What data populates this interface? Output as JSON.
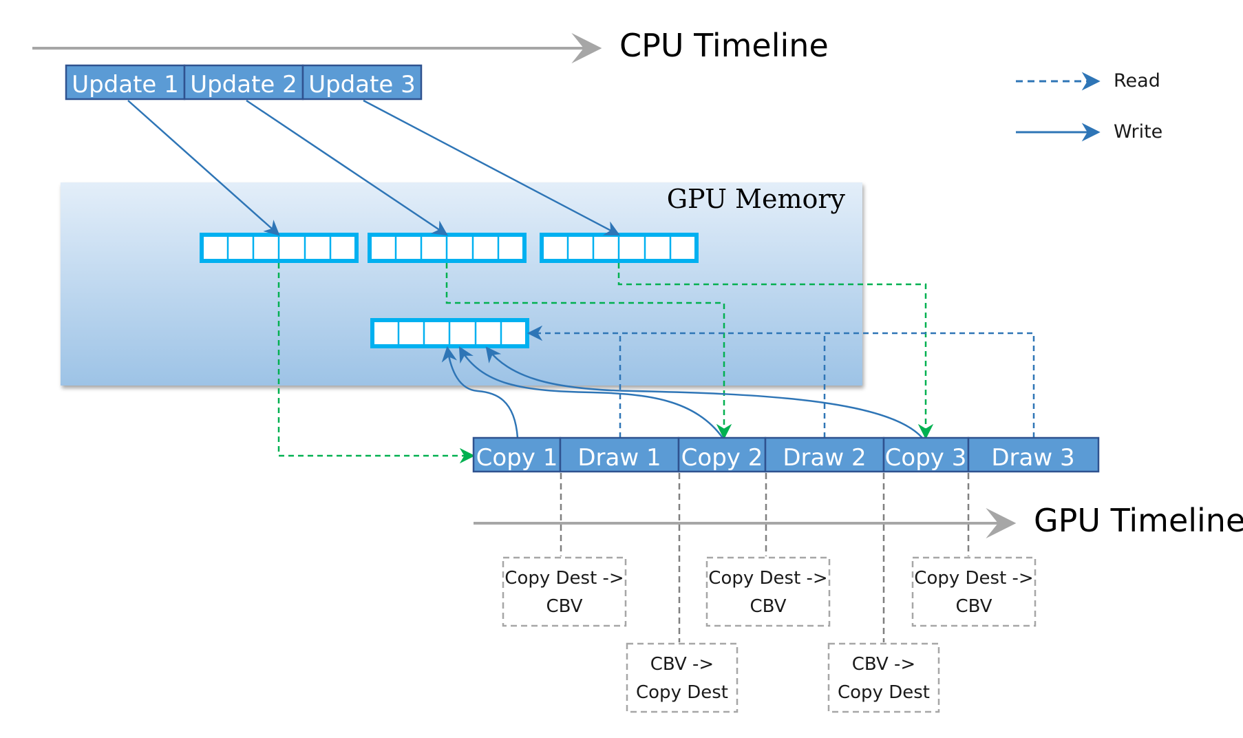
{
  "cpu_timeline": {
    "label": "CPU Timeline"
  },
  "gpu_timeline": {
    "label": "GPU Timeline"
  },
  "legend": {
    "read": "Read",
    "write": "Write"
  },
  "cpu_blocks": [
    "Update 1",
    "Update 2",
    "Update 3"
  ],
  "gpu_memory": {
    "label": "GPU Memory"
  },
  "gpu_blocks": [
    "Copy 1",
    "Draw 1",
    "Copy 2",
    "Draw 2",
    "Copy 3",
    "Draw 3"
  ],
  "transitions": {
    "copydest_to_cbv": {
      "line1": "Copy Dest ->",
      "line2": "CBV"
    },
    "cbv_to_copydest": {
      "line1": "CBV ->",
      "line2": "Copy Dest"
    }
  },
  "colors": {
    "block_fill": "#5b9bd5",
    "block_stroke": "#2f528f",
    "buffer_stroke": "#00b0f0",
    "write_arrow": "#2e75b6",
    "read_arrow": "#2e75b6",
    "copy_arrow": "#00b050",
    "timeline": "#a6a6a6",
    "dashed_box": "#a6a6a6",
    "memory_top": "#e1ecf8",
    "memory_bottom": "#9dc3e6"
  }
}
